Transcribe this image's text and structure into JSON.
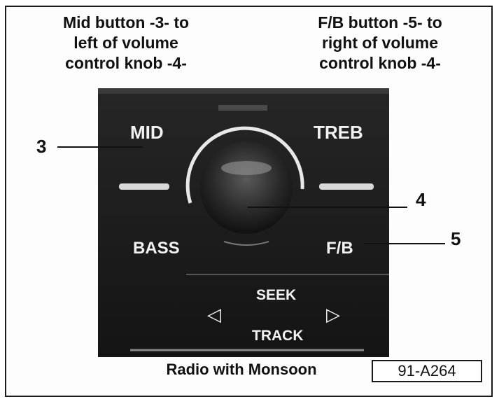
{
  "captions": {
    "left_lines": [
      "Mid button -3- to",
      "left of volume",
      "control knob -4-"
    ],
    "right_lines": [
      "F/B button -5- to",
      "right of volume",
      "control knob -4-"
    ]
  },
  "panel": {
    "mid_label": "MID",
    "treb_label": "TREB",
    "bass_label": "BASS",
    "fb_label": "F/B",
    "seek_label": "SEEK",
    "track_label": "TRACK",
    "left_arrow": "◁",
    "right_arrow": "▷"
  },
  "callouts": {
    "mid": "3",
    "knob": "4",
    "fb": "5"
  },
  "footer": {
    "title": "Radio with Monsoon",
    "figure_id": "91-A264"
  }
}
